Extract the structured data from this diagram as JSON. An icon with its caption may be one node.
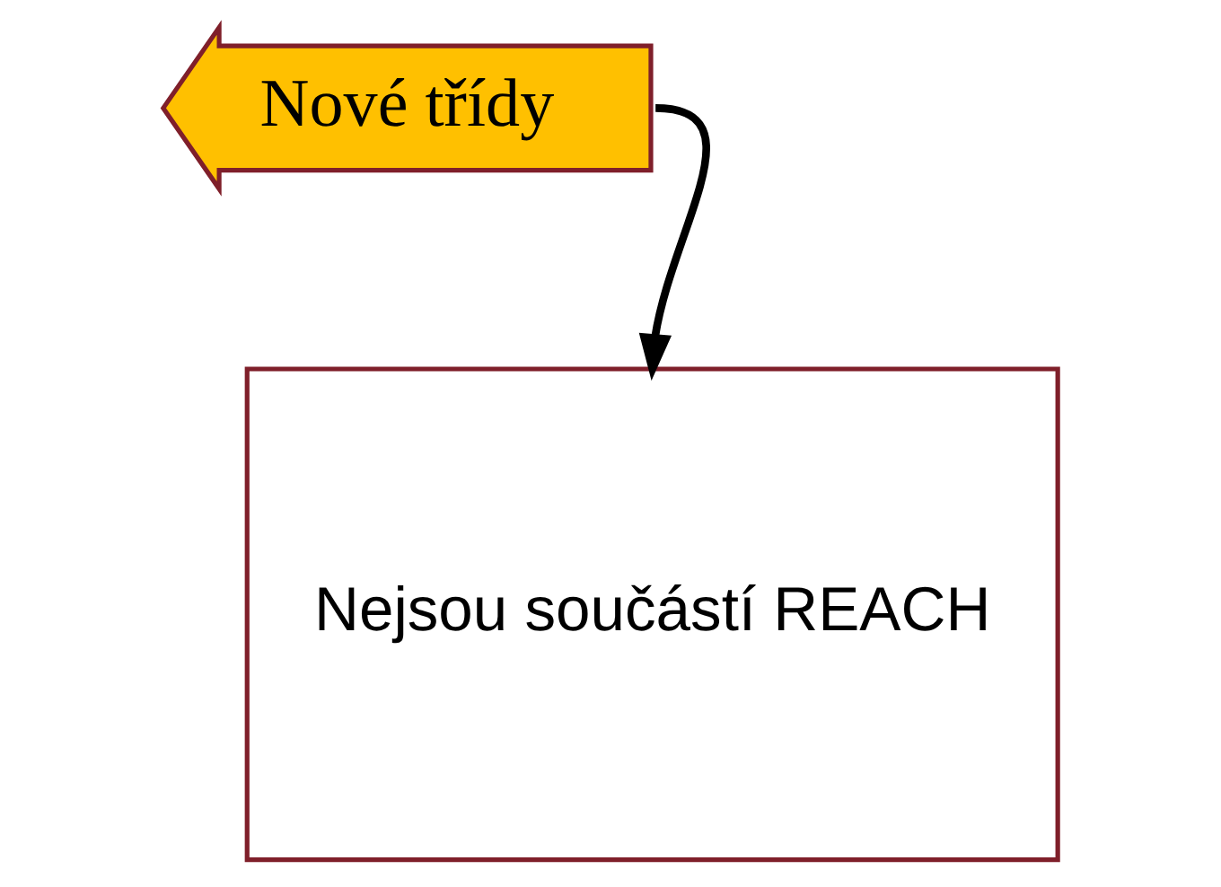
{
  "diagram": {
    "nodes": [
      {
        "text": [
          "Nové třídy"
        ]
      },
      {
        "text": [
          "Nejsou součástí REACH"
        ]
      }
    ],
    "edges": [
      {
        "from": 0,
        "to": 1,
        "arrow": "to"
      }
    ]
  }
}
